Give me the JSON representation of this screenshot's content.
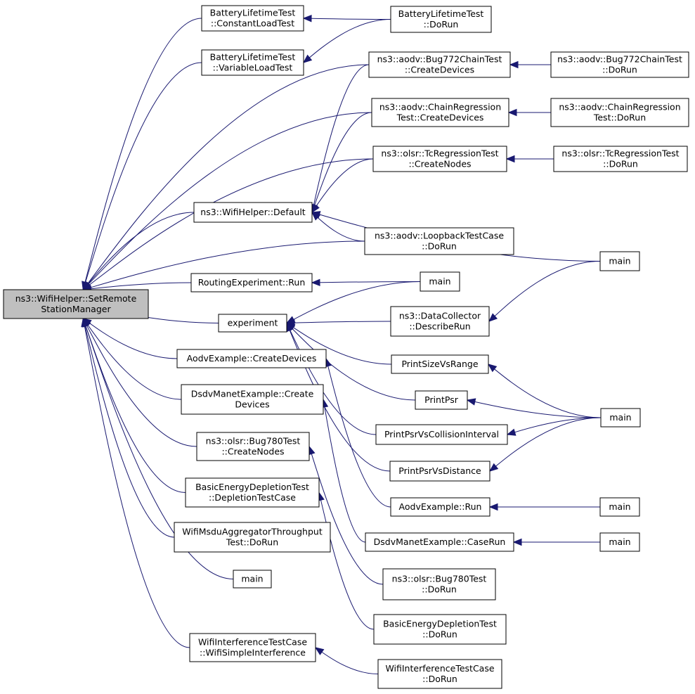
{
  "colors": {
    "edge": "#191970",
    "root_fill": "#bfbfbf",
    "node_fill": "#ffffff",
    "border": "#000000"
  },
  "nodes": [
    {
      "id": "root",
      "lines": [
        "ns3::WifiHelper::SetRemote",
        "StationManager"
      ]
    },
    {
      "id": "blt_const",
      "lines": [
        "BatteryLifetimeTest",
        "::ConstantLoadTest"
      ]
    },
    {
      "id": "blt_var",
      "lines": [
        "BatteryLifetimeTest",
        "::VariableLoadTest"
      ]
    },
    {
      "id": "blt_dorun",
      "lines": [
        "BatteryLifetimeTest",
        "::DoRun"
      ]
    },
    {
      "id": "b772_cd",
      "lines": [
        "ns3::aodv::Bug772ChainTest",
        "::CreateDevices"
      ]
    },
    {
      "id": "b772_dorun",
      "lines": [
        "ns3::aodv::Bug772ChainTest",
        "::DoRun"
      ]
    },
    {
      "id": "chain_cd",
      "lines": [
        "ns3::aodv::ChainRegression",
        "Test::CreateDevices"
      ]
    },
    {
      "id": "chain_dorun",
      "lines": [
        "ns3::aodv::ChainRegression",
        "Test::DoRun"
      ]
    },
    {
      "id": "tc_cn",
      "lines": [
        "ns3::olsr::TcRegressionTest",
        "::CreateNodes"
      ]
    },
    {
      "id": "tc_dorun",
      "lines": [
        "ns3::olsr::TcRegressionTest",
        "::DoRun"
      ]
    },
    {
      "id": "wifi_default",
      "lines": [
        "ns3::WifiHelper::Default"
      ]
    },
    {
      "id": "loopback",
      "lines": [
        "ns3::aodv::LoopbackTestCase",
        "::DoRun"
      ]
    },
    {
      "id": "main_a",
      "lines": [
        "main"
      ]
    },
    {
      "id": "routing_run",
      "lines": [
        "RoutingExperiment::Run"
      ]
    },
    {
      "id": "main_b",
      "lines": [
        "main"
      ]
    },
    {
      "id": "experiment",
      "lines": [
        "experiment"
      ]
    },
    {
      "id": "describe_run",
      "lines": [
        "ns3::DataCollector",
        "::DescribeRun"
      ]
    },
    {
      "id": "aodv_cd",
      "lines": [
        "AodvExample::CreateDevices"
      ]
    },
    {
      "id": "print_size",
      "lines": [
        "PrintSizeVsRange"
      ]
    },
    {
      "id": "dsdv_cd",
      "lines": [
        "DsdvManetExample::Create",
        "Devices"
      ]
    },
    {
      "id": "print_psr",
      "lines": [
        "PrintPsr"
      ]
    },
    {
      "id": "main_c",
      "lines": [
        "main"
      ]
    },
    {
      "id": "b780_cn",
      "lines": [
        "ns3::olsr::Bug780Test",
        "::CreateNodes"
      ]
    },
    {
      "id": "print_psr_ci",
      "lines": [
        "PrintPsrVsCollisionInterval"
      ]
    },
    {
      "id": "print_psr_d",
      "lines": [
        "PrintPsrVsDistance"
      ]
    },
    {
      "id": "basic_edt",
      "lines": [
        "BasicEnergyDepletionTest",
        "::DepletionTestCase"
      ]
    },
    {
      "id": "aodv_run",
      "lines": [
        "AodvExample::Run"
      ]
    },
    {
      "id": "main_d",
      "lines": [
        "main"
      ]
    },
    {
      "id": "msdu",
      "lines": [
        "WifiMsduAggregatorThroughput",
        "Test::DoRun"
      ]
    },
    {
      "id": "dsdv_caserun",
      "lines": [
        "DsdvManetExample::CaseRun"
      ]
    },
    {
      "id": "main_e",
      "lines": [
        "main"
      ]
    },
    {
      "id": "main_f",
      "lines": [
        "main"
      ]
    },
    {
      "id": "b780_dorun",
      "lines": [
        "ns3::olsr::Bug780Test",
        "::DoRun"
      ]
    },
    {
      "id": "basic_dorun",
      "lines": [
        "BasicEnergyDepletionTest",
        "::DoRun"
      ]
    },
    {
      "id": "wifi_int",
      "lines": [
        "WifiInterferenceTestCase",
        "::WifiSimpleInterference"
      ]
    },
    {
      "id": "wifi_int_dorun",
      "lines": [
        "WifiInterferenceTestCase",
        "::DoRun"
      ]
    }
  ],
  "edges": [
    [
      "blt_const",
      "root"
    ],
    [
      "blt_var",
      "root"
    ],
    [
      "b772_cd",
      "root"
    ],
    [
      "chain_cd",
      "root"
    ],
    [
      "tc_cn",
      "root"
    ],
    [
      "wifi_default",
      "root"
    ],
    [
      "loopback",
      "root"
    ],
    [
      "routing_run",
      "root"
    ],
    [
      "experiment",
      "root"
    ],
    [
      "aodv_cd",
      "root"
    ],
    [
      "dsdv_cd",
      "root"
    ],
    [
      "b780_cn",
      "root"
    ],
    [
      "basic_edt",
      "root"
    ],
    [
      "msdu",
      "root"
    ],
    [
      "main_f",
      "root"
    ],
    [
      "wifi_int",
      "root"
    ],
    [
      "blt_dorun",
      "blt_const"
    ],
    [
      "blt_dorun",
      "blt_var"
    ],
    [
      "b772_dorun",
      "b772_cd"
    ],
    [
      "chain_dorun",
      "chain_cd"
    ],
    [
      "tc_dorun",
      "tc_cn"
    ],
    [
      "b772_cd",
      "wifi_default"
    ],
    [
      "chain_cd",
      "wifi_default"
    ],
    [
      "tc_cn",
      "wifi_default"
    ],
    [
      "main_a",
      "wifi_default"
    ],
    [
      "loopback",
      "wifi_default"
    ],
    [
      "main_b",
      "routing_run"
    ],
    [
      "main_b",
      "experiment"
    ],
    [
      "describe_run",
      "experiment"
    ],
    [
      "print_size",
      "experiment"
    ],
    [
      "print_psr",
      "experiment"
    ],
    [
      "print_psr_ci",
      "experiment"
    ],
    [
      "print_psr_d",
      "experiment"
    ],
    [
      "main_a",
      "describe_run"
    ],
    [
      "main_c",
      "print_size"
    ],
    [
      "main_c",
      "print_psr"
    ],
    [
      "main_c",
      "print_psr_ci"
    ],
    [
      "main_c",
      "print_psr_d"
    ],
    [
      "aodv_run",
      "aodv_cd"
    ],
    [
      "main_d",
      "aodv_run"
    ],
    [
      "dsdv_caserun",
      "dsdv_cd"
    ],
    [
      "main_e",
      "dsdv_caserun"
    ],
    [
      "b780_dorun",
      "b780_cn"
    ],
    [
      "basic_dorun",
      "basic_edt"
    ],
    [
      "wifi_int_dorun",
      "wifi_int"
    ]
  ]
}
